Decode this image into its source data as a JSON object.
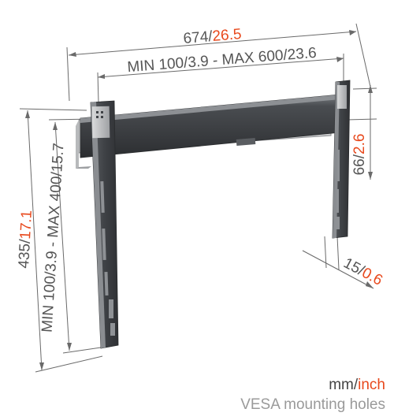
{
  "dimensions": {
    "width_total": {
      "mm": "674",
      "sep": "/",
      "inch": "26.5"
    },
    "vesa_horizontal": {
      "label": "MIN 100/3.9 - MAX 600/23.6"
    },
    "height_total": {
      "mm": "435",
      "sep": "/",
      "inch": "17.1"
    },
    "vesa_vertical": {
      "label": "MIN 100/3.9 - MAX 400/15.7"
    },
    "rail_height": {
      "mm": "66",
      "sep": "/",
      "inch": "2.6"
    },
    "depth": {
      "mm": "15",
      "sep": "/",
      "inch": "0.6"
    }
  },
  "legend": {
    "units_mm": "mm",
    "units_sep": "/",
    "units_inch": "inch",
    "caption": "VESA mounting holes"
  },
  "colors": {
    "metal_dark": "#3f4246",
    "metal_mid": "#6b6e72",
    "line": "#6a6a6a",
    "accent": "#e8491d",
    "text": "#555555"
  }
}
